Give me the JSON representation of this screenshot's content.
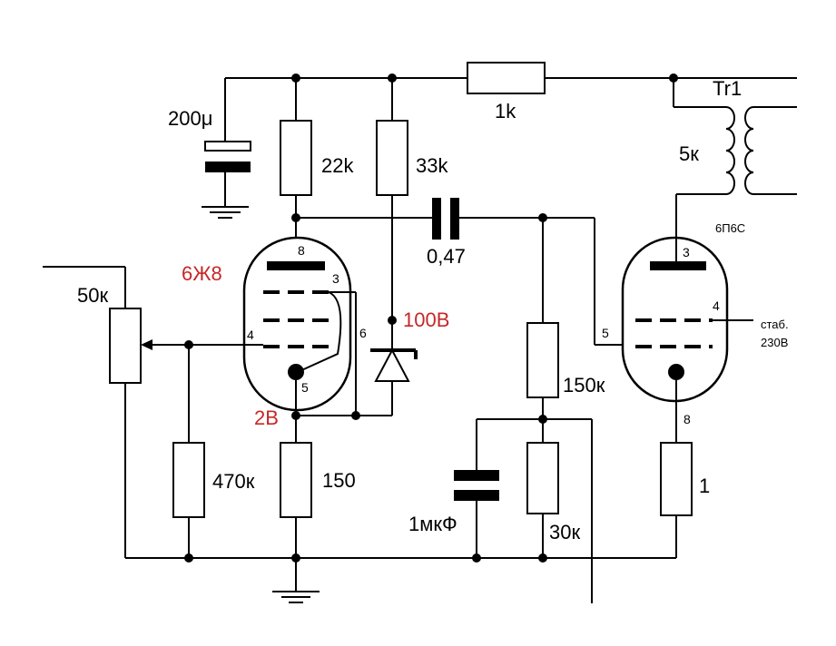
{
  "labels": {
    "c_200u": "200μ",
    "r_22k": "22k",
    "r_33k": "33k",
    "r_1k": "1k",
    "transformer": "Tr1",
    "r_5k": "5к",
    "tube_power_type": "6П6С",
    "cap_047": "0,47",
    "tube_pre_type": "6Ж8",
    "r_50k": "50к",
    "voltage_100": "100В",
    "r_150k": "150к",
    "stab_line1": "стаб.",
    "stab_line2": "230В",
    "voltage_2": "2В",
    "r_470k": "470к",
    "r_150": "150",
    "c_1u": "1мкФ",
    "r_30k": "30к",
    "r_1": "1"
  },
  "pins": {
    "pre_8": "8",
    "pre_3": "3",
    "pre_6": "6",
    "pre_4": "4",
    "pre_5": "5",
    "pow_3": "3",
    "pow_4": "4",
    "pow_5": "5",
    "pow_8": "8"
  },
  "colors": {
    "wire": "#000000",
    "voltage_label": "#c62828"
  }
}
